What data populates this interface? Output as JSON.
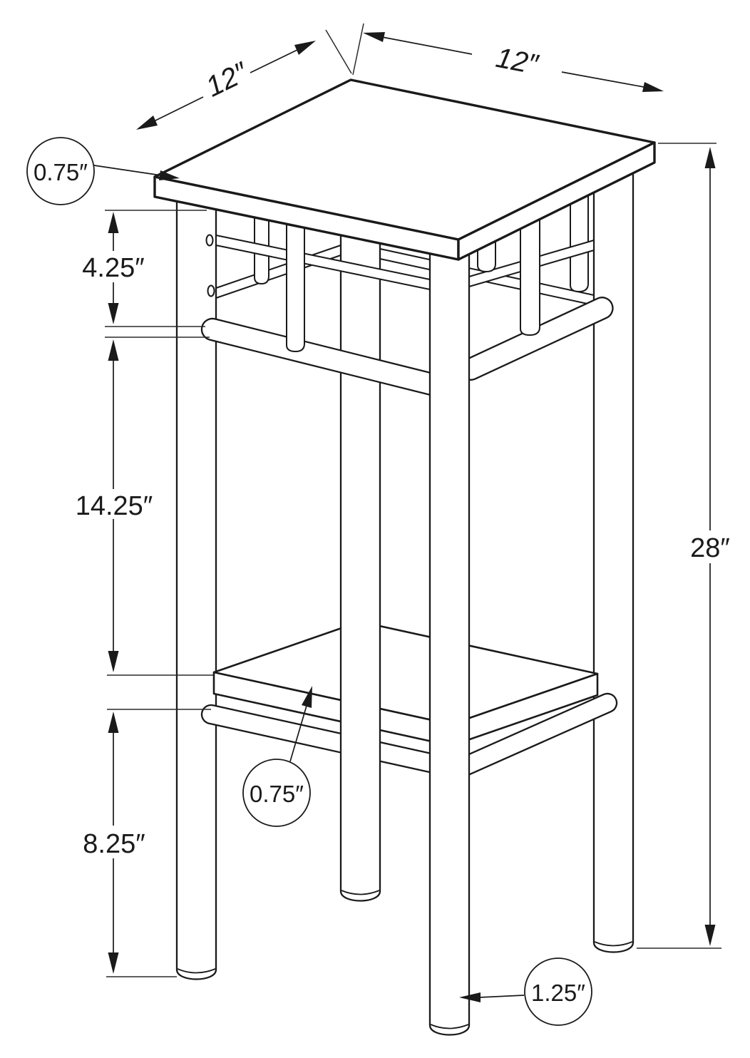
{
  "diagram": {
    "type": "furniture-dimension-drawing",
    "subject": "accent table with lower shelf",
    "background_color": "#ffffff",
    "line_color": "#1a1a1a",
    "dimensions": {
      "top_depth_left": "12″",
      "top_width_right": "12″",
      "top_thickness": "0.75″",
      "apron_height": "4.25″",
      "top_to_shelf": "14.25″",
      "shelf_to_floor": "8.25″",
      "overall_height": "28″",
      "shelf_thickness": "0.75″",
      "leg_diameter": "1.25″"
    }
  }
}
